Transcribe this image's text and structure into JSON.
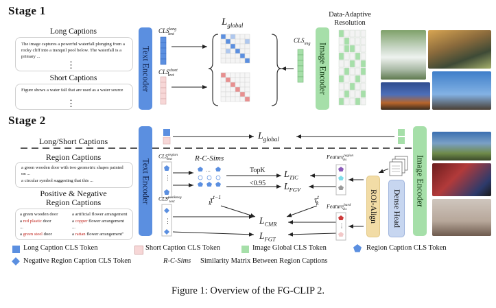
{
  "stage1": {
    "title": "Stage 1",
    "long_captions_title": "Long Captions",
    "long_caption_text": "The image captures a powerful waterfall plunging from a rocky cliff into a tranquil pool below. The waterfall is a primary ...",
    "short_captions_title": "Short Captions",
    "short_caption_text": "Figure shows a water fall that are used as a water source",
    "ellipsis": "⋮",
    "cls_long_label": "CLS",
    "cls_long_sub": "long",
    "cls_long_sub2": "text",
    "cls_short_label": "CLS",
    "cls_short_sub": "short",
    "cls_short_sub2": "text",
    "loss_label": "L",
    "loss_sub": "global",
    "data_adaptive": "Data-Adaptive",
    "resolution": "Resolution",
    "cls_img_label": "CLS",
    "cls_img_sub": "img",
    "text_encoder": "Text Encoder",
    "image_encoder": "Image Encoder"
  },
  "stage2": {
    "title": "Stage 2",
    "long_short": "Long/Short Captions",
    "region_captions_title": "Region Captions",
    "region_caption_1": "a green wooden door with two geometric shapes painted on ...",
    "region_caption_2": "a circular symbol suggesting that this ...",
    "pos_neg_title_1": "Positive & Negative",
    "pos_neg_title_2": "Region Captions",
    "pos_neg_rows": [
      {
        "a1": "a green wooden door",
        "b1": "a artificial flower arrangement"
      },
      {
        "a1": "a ",
        "a2": "red plastic",
        "a3": " door",
        "b1": "a ",
        "b2": "copper",
        "b3": " flower arrangement"
      },
      {
        "a1": "...",
        "b1": "..."
      },
      {
        "a1": "a ",
        "a2": "green steel",
        "a3": " door",
        "b1": "a ",
        "b2": "rattan",
        "b3": " flower arrangement\""
      }
    ],
    "neg_color": "#c0231c",
    "text_encoder": "Text Encoder",
    "image_encoder": "Image Encoder",
    "roi_align": "ROI-Align",
    "dense_head": "Dense Head",
    "cls_region_label": "CLS",
    "cls_region_sub": "region",
    "cls_region_sub2": "text",
    "cls_pos_neg_label": "CLS",
    "cls_pos_neg_sub": "pos&neg",
    "cls_pos_neg_sub2": "text",
    "rc_sims": "R-C-Sims",
    "topk": "TopK",
    "threshold": "<0.95",
    "l_global": "L",
    "l_global_sub": "global",
    "l_tic": "L",
    "l_tic_sub": "TIC",
    "l_fgv": "L",
    "l_fgv_sub": "FGV",
    "l_cmr": "L",
    "l_cmr_sub": "CMR",
    "l_fgt": "L",
    "l_fgt_sub": "FGT",
    "tau_prev": "τ",
    "tau_prev_sup": "t−1",
    "tau_prev_sub": "k",
    "tau_cur": "τ",
    "tau_cur_sup": "t",
    "tau_cur_sub": "k",
    "feature_region": "Feature",
    "feature_region_sup": "region",
    "feature_region_sub": "vis",
    "feature_hard": "Feature",
    "feature_hard_sup": "hard",
    "feature_hard_sub": "vis"
  },
  "legend": [
    {
      "label": "Long Caption CLS Token",
      "color": "#5b8fe0",
      "shape": "square"
    },
    {
      "label": "Short Caption CLS Token",
      "color": "#f7d7d7",
      "shape": "square"
    },
    {
      "label": "Image Global CLS Token",
      "color": "#a6dfa9",
      "shape": "square"
    },
    {
      "label": "Region Caption CLS Token",
      "color": "#5b8fe0",
      "shape": "pentagon"
    },
    {
      "label": "Negative Region Caption CLS Token",
      "color": "#5b8fe0",
      "shape": "diamond"
    },
    {
      "label": "R-C-Sims",
      "color": "#111111",
      "shape": "text"
    },
    {
      "label": "Similarity Matrix Between Region Captions",
      "color": "#111111",
      "shape": "text"
    }
  ],
  "figure_caption": "Figure 1: Overview of the FG-CLIP 2.",
  "colors": {
    "blue": "#5b8fe0",
    "pink": "#f7d7d7",
    "green": "#a6dfa9",
    "orange": "#f2dca6",
    "purple": "#8a5ab8",
    "cyan": "#7fdce8",
    "gray": "#999999",
    "red": "#cc3a3a"
  },
  "icons": [
    "pentagon-icon",
    "diamond-icon",
    "arrow-icon",
    "brace-icon",
    "document-stack-icon"
  ]
}
